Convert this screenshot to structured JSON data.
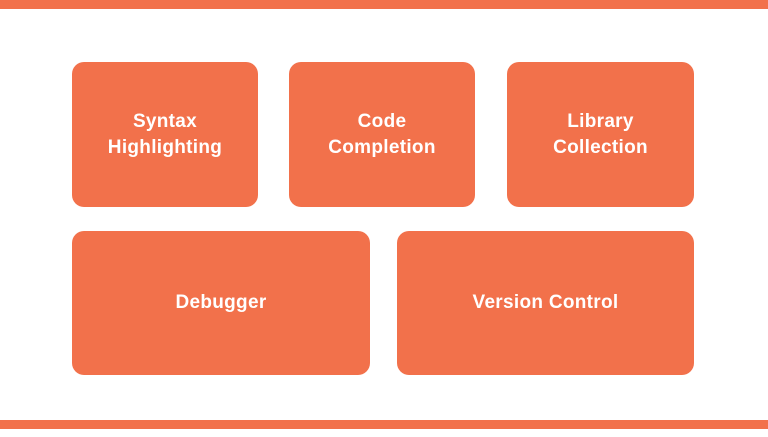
{
  "colors": {
    "accent": "#f2714b",
    "background": "#ffffff",
    "card_text": "#ffffff"
  },
  "decorations": {
    "top_bar": "accent-strip",
    "bottom_bar": "accent-strip"
  },
  "diagram": {
    "cards": [
      {
        "label": "Syntax Highlighting"
      },
      {
        "label": "Code Completion"
      },
      {
        "label": "Library Collection"
      },
      {
        "label": "Debugger"
      },
      {
        "label": "Version Control"
      }
    ]
  }
}
